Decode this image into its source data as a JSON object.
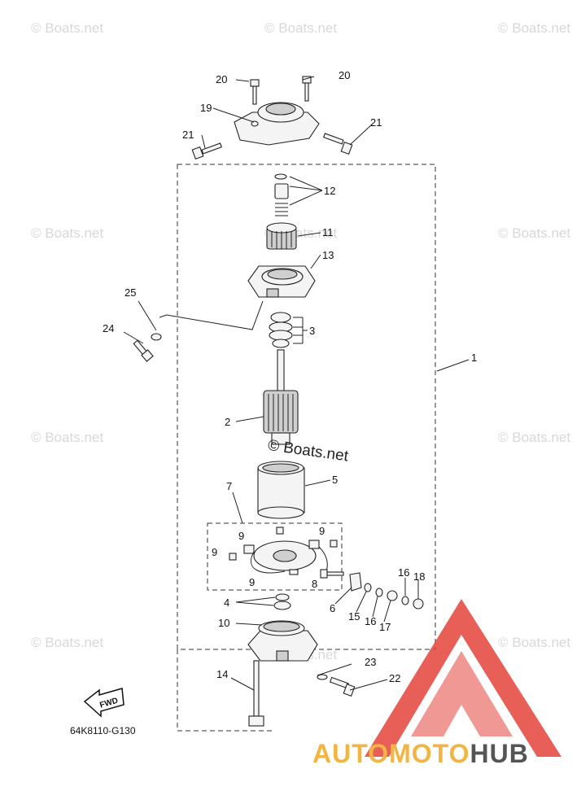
{
  "diagram": {
    "part_number": "64K8110-G130",
    "callouts": [
      "1",
      "2",
      "3",
      "4",
      "5",
      "6",
      "7",
      "8",
      "9",
      "10",
      "11",
      "12",
      "13",
      "14",
      "15",
      "16",
      "17",
      "18",
      "19",
      "20",
      "21",
      "22",
      "23",
      "24",
      "25"
    ],
    "fwd_label": "FWD"
  },
  "watermark": {
    "text": "© Boats.net",
    "center_text": "© Boats.net"
  },
  "logo": {
    "part_a": "AUTOMOTO",
    "part_b": "HUB",
    "accent_color": "#e4433a",
    "text_color": "#f2b544"
  }
}
